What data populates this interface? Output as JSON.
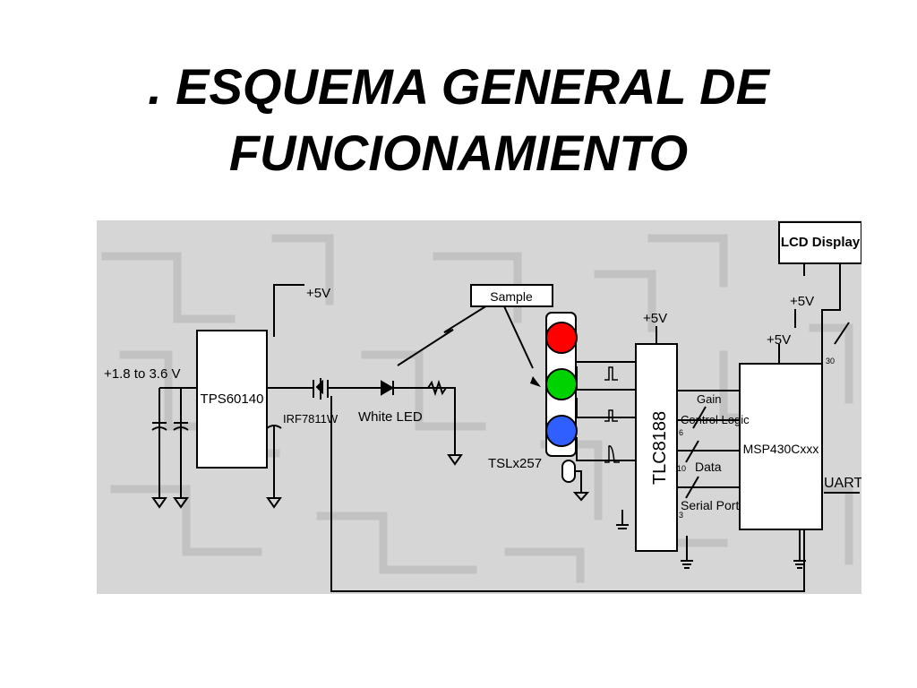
{
  "slide": {
    "title_line1": ". ESQUEMA GENERAL DE",
    "title_line2": "FUNCIONAMIENTO"
  },
  "diagram": {
    "background_color": "#d6d6d6",
    "trace_color": "#c2c2c2",
    "lines": {
      "plus5v_top": "+5V",
      "plus5v_tlc": "+5V",
      "plus5v_lcd": "+5V",
      "plus5v_msp": "+5V"
    },
    "components": {
      "input_voltage": "+1.8 to 3.6 V",
      "regulator": "TPS60140",
      "mosfet": "IRF7811W",
      "led": "White LED",
      "sample": "Sample",
      "sensor": "TSLx257",
      "adc": "TLC8188",
      "mcu": "MSP430Cxxx",
      "display": "LCD Display",
      "uart": "UART"
    },
    "signals": {
      "gain": "Gain",
      "control_logic": "Control Logic",
      "data": "Data",
      "serial_port": "Serial Port",
      "bus_control": "6",
      "bus_data": "10",
      "bus_serial": "3",
      "bus_lcd": "30"
    },
    "sensor_colors": {
      "red": "#ff0000",
      "green": "#00d200",
      "blue": "#2f5fff"
    }
  }
}
